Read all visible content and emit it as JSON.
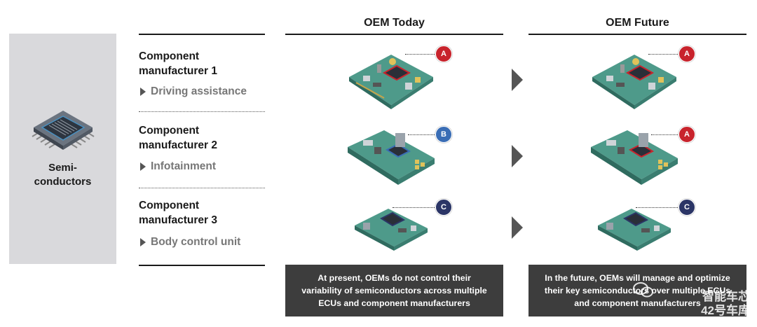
{
  "semiconductor": {
    "label": "Semi-\nconductors",
    "icon": "chip-icon"
  },
  "columns": {
    "today": {
      "title": "OEM Today"
    },
    "future": {
      "title": "OEM Future"
    }
  },
  "components": [
    {
      "name": "Component manufacturer 1",
      "sub": "Driving assistance"
    },
    {
      "name": "Component manufacturer 2",
      "sub": "Infotainment"
    },
    {
      "name": "Component manufacturer 3",
      "sub": "Body control unit"
    }
  ],
  "badges": {
    "today": [
      "A",
      "B",
      "C"
    ],
    "future": [
      "A",
      "A",
      "C"
    ]
  },
  "badge_colors": {
    "A": "#c8232c",
    "B": "#3a6db5",
    "C": "#2b3566"
  },
  "captions": {
    "today": "At present, OEMs do not control their variability of semiconductors across multiple ECUs and component manufacturers",
    "future": "In the future, OEMs will manage and optimize their key semiconductors over multiple ECUs and component manufacturers"
  },
  "watermark": {
    "text": "智能车芯\n42号车库",
    "icon": "wechat-icon"
  }
}
